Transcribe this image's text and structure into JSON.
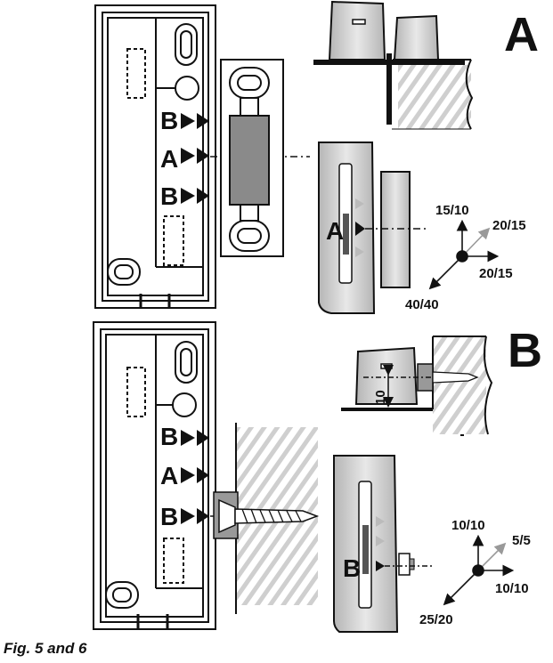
{
  "figure": {
    "caption": "Fig. 5 and 6",
    "panel_a": {
      "letter": "A",
      "side_markers": [
        "B",
        "A",
        "B"
      ],
      "magnet_marker": "A",
      "axes": {
        "up": "15/10",
        "diagonal": "20/15",
        "right": "20/15",
        "down_left": "40/40"
      }
    },
    "panel_b": {
      "letter": "B",
      "side_markers": [
        "B",
        "A",
        "B"
      ],
      "magnet_marker": "B",
      "spacer_value": "10",
      "axes": {
        "up": "10/10",
        "diagonal": "5/5",
        "right": "10/10",
        "down_left": "25/20"
      }
    },
    "colors": {
      "stroke": "#111111",
      "fill_grey": "#c8c8c8",
      "dark_grey": "#8a8a8a",
      "arrow_grey": "#999999"
    }
  }
}
